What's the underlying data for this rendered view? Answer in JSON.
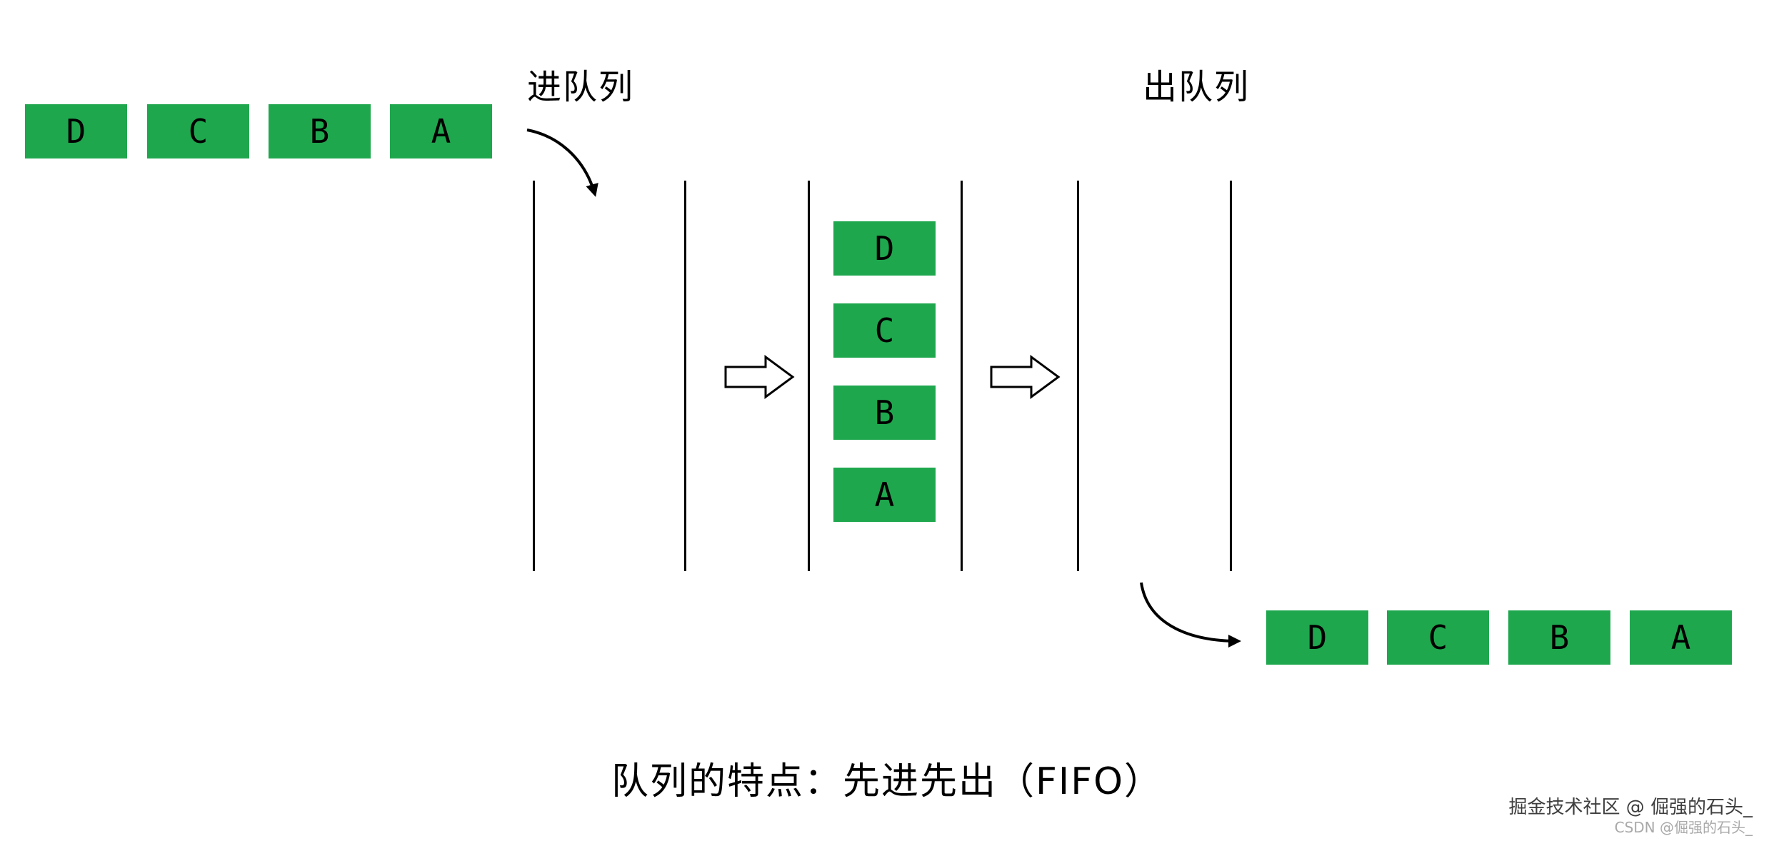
{
  "canvas": {
    "background": "#ffffff"
  },
  "colors": {
    "element_box_green": "#1fa74e",
    "line_black": "#000000",
    "text_black": "#000000",
    "watermark_dark": "#3d3d3d",
    "watermark_light": "#a9a9a9"
  },
  "labels": {
    "enqueue": "进队列",
    "dequeue": "出队列"
  },
  "caption": "队列的特点：先进先出（FIFO）",
  "input_items": [
    "D",
    "C",
    "B",
    "A"
  ],
  "queue_items": [
    "D",
    "C",
    "B",
    "A"
  ],
  "output_items": [
    "D",
    "C",
    "B",
    "A"
  ],
  "icons": {
    "enqueue_arrow": "curved-arrow-down-right",
    "dequeue_arrow": "curved-arrow-right",
    "flow_arrow_left": "hollow-right-block-arrow",
    "flow_arrow_right": "hollow-right-block-arrow"
  },
  "watermark": {
    "line1": "掘金技术社区 @ 倔强的石头_",
    "line2": "CSDN @倔强的石头_"
  }
}
